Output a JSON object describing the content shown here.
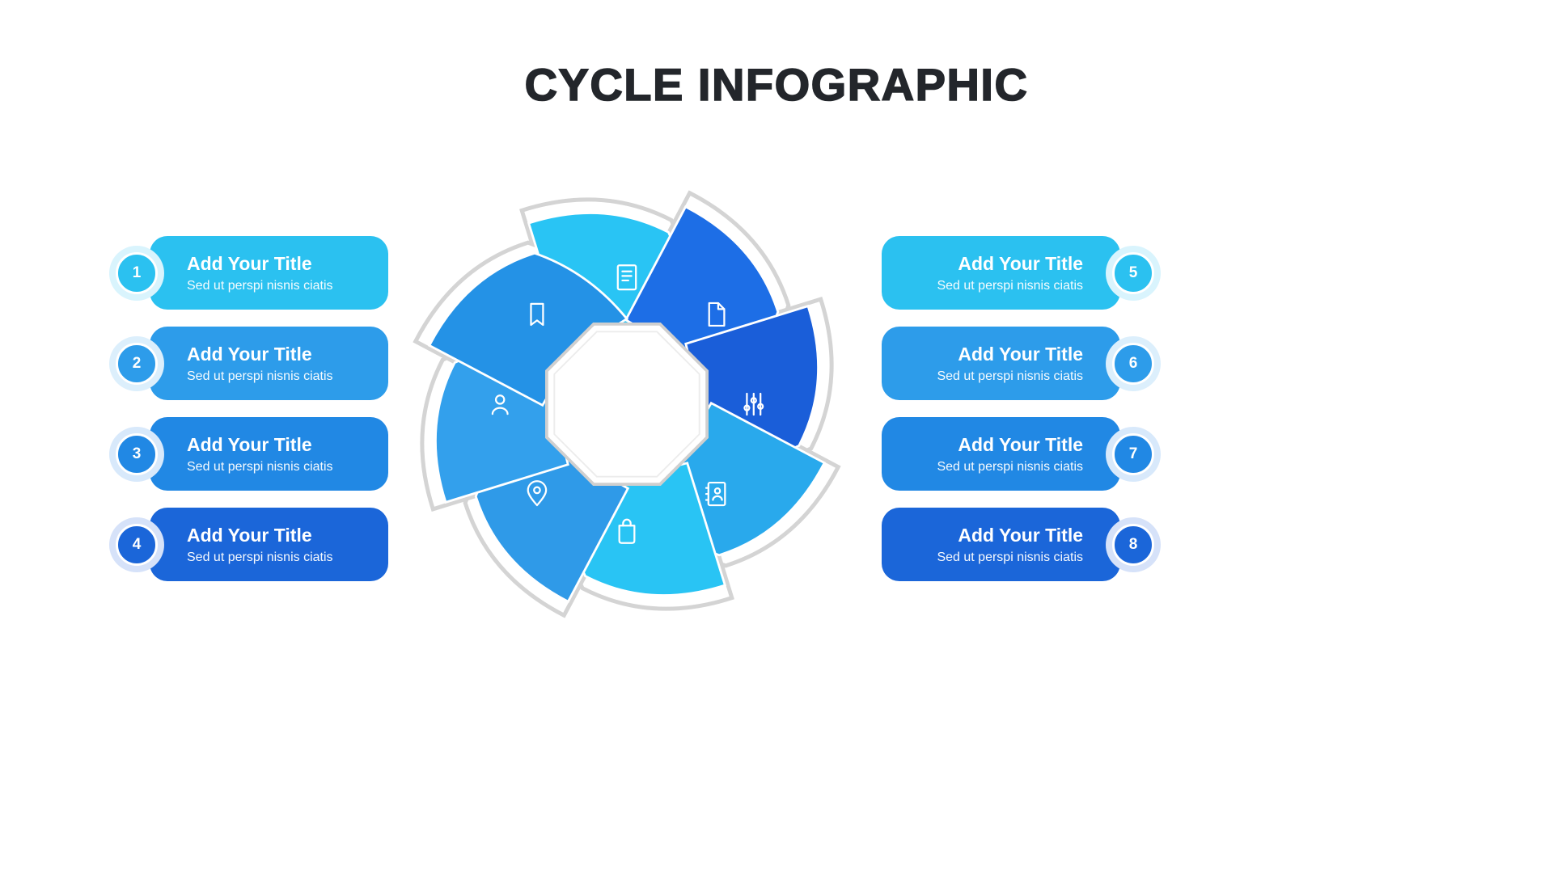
{
  "page": {
    "title": "CYCLE INFOGRAPHIC"
  },
  "items": [
    {
      "number": "1",
      "title": "Add Your Title",
      "desc": "Sed ut perspi nisnis ciatis",
      "color": "#2BC1F0",
      "halo": "#D9F4FD"
    },
    {
      "number": "2",
      "title": "Add Your Title",
      "desc": "Sed ut perspi nisnis ciatis",
      "color": "#2D9CEA",
      "halo": "#DCEFFC"
    },
    {
      "number": "3",
      "title": "Add Your Title",
      "desc": "Sed ut perspi nisnis ciatis",
      "color": "#2188E4",
      "halo": "#D8E9FB"
    },
    {
      "number": "4",
      "title": "Add Your Title",
      "desc": "Sed ut perspi nisnis ciatis",
      "color": "#1B66D9",
      "halo": "#D6E2F9"
    },
    {
      "number": "5",
      "title": "Add Your Title",
      "desc": "Sed ut perspi nisnis ciatis",
      "color": "#2BC1F0",
      "halo": "#D9F4FD"
    },
    {
      "number": "6",
      "title": "Add Your Title",
      "desc": "Sed ut perspi nisnis ciatis",
      "color": "#2D9CEA",
      "halo": "#DCEFFC"
    },
    {
      "number": "7",
      "title": "Add Your Title",
      "desc": "Sed ut perspi nisnis ciatis",
      "color": "#2188E4",
      "halo": "#D8E9FB"
    },
    {
      "number": "8",
      "title": "Add Your Title",
      "desc": "Sed ut perspi nisnis ciatis",
      "color": "#1B66D9",
      "halo": "#D6E2F9"
    }
  ],
  "cycle": {
    "segments": [
      {
        "icon": "document-icon",
        "color": "#29C4F4"
      },
      {
        "icon": "file-icon",
        "color": "#1D6EE6"
      },
      {
        "icon": "sliders-icon",
        "color": "#1A5ED9"
      },
      {
        "icon": "contact-book-icon",
        "color": "#29A9EC"
      },
      {
        "icon": "shopping-bag-icon",
        "color": "#29C4F4"
      },
      {
        "icon": "location-pin-icon",
        "color": "#2F9AE8"
      },
      {
        "icon": "user-icon",
        "color": "#33A0EC"
      },
      {
        "icon": "bookmark-icon",
        "color": "#2492E6"
      }
    ]
  }
}
